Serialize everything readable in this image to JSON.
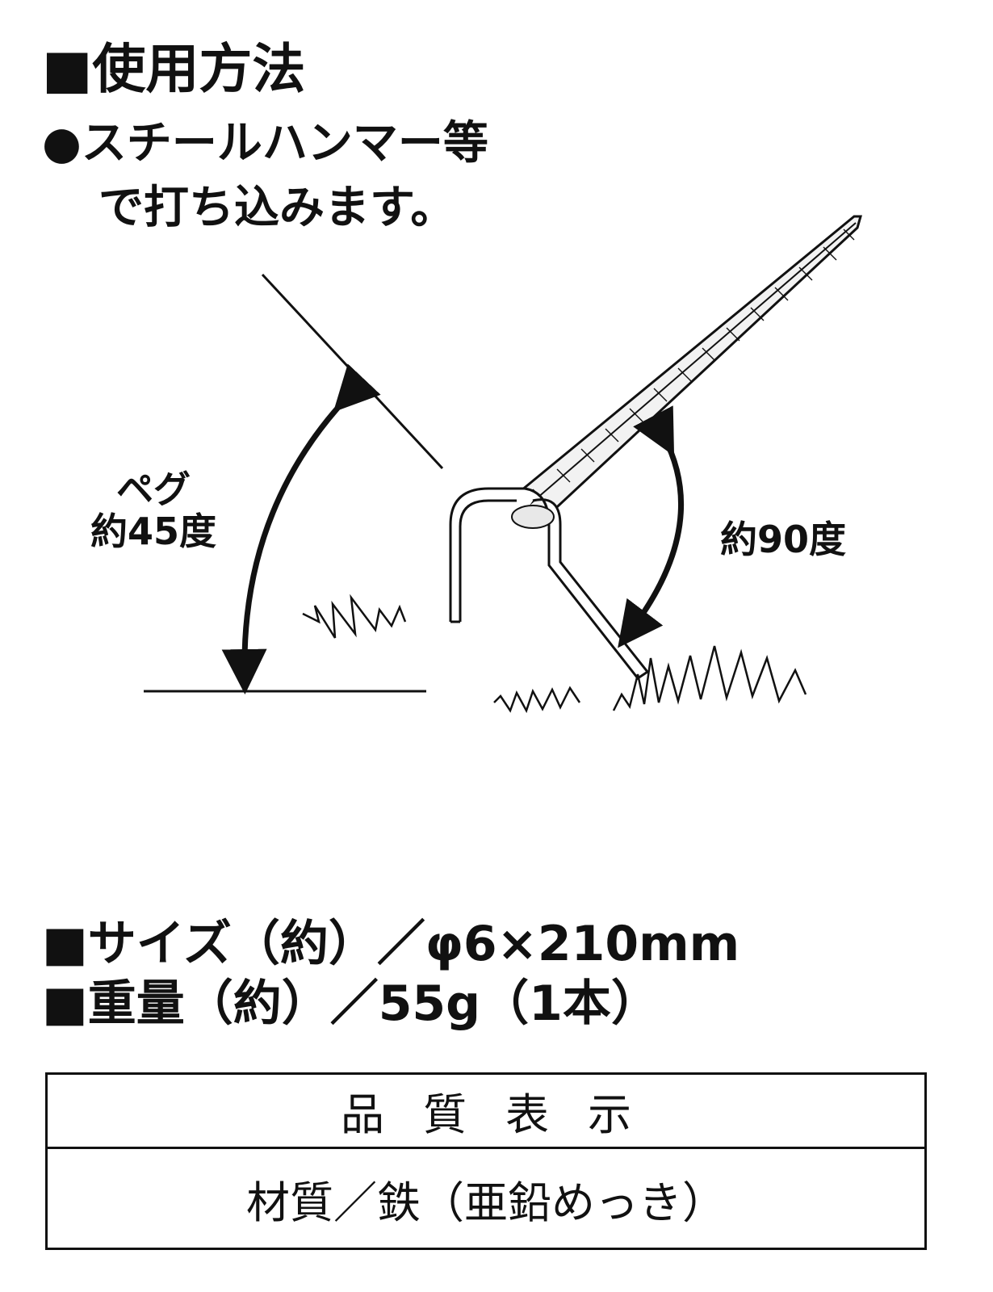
{
  "usage": {
    "heading": "■使用方法",
    "bullet_line1": "●スチールハンマー等",
    "bullet_line2": "で打ち込みます。"
  },
  "diagram": {
    "peg_label_line1": "ペグ",
    "peg_label_line2": "約45度",
    "rope_label": "約90度"
  },
  "specs": {
    "size": "■サイズ（約）／φ6×210mm",
    "weight": "■重量（約）／55g（1本）"
  },
  "quality": {
    "header": "品質表示",
    "material": "材質／鉄（亜鉛めっき）"
  }
}
